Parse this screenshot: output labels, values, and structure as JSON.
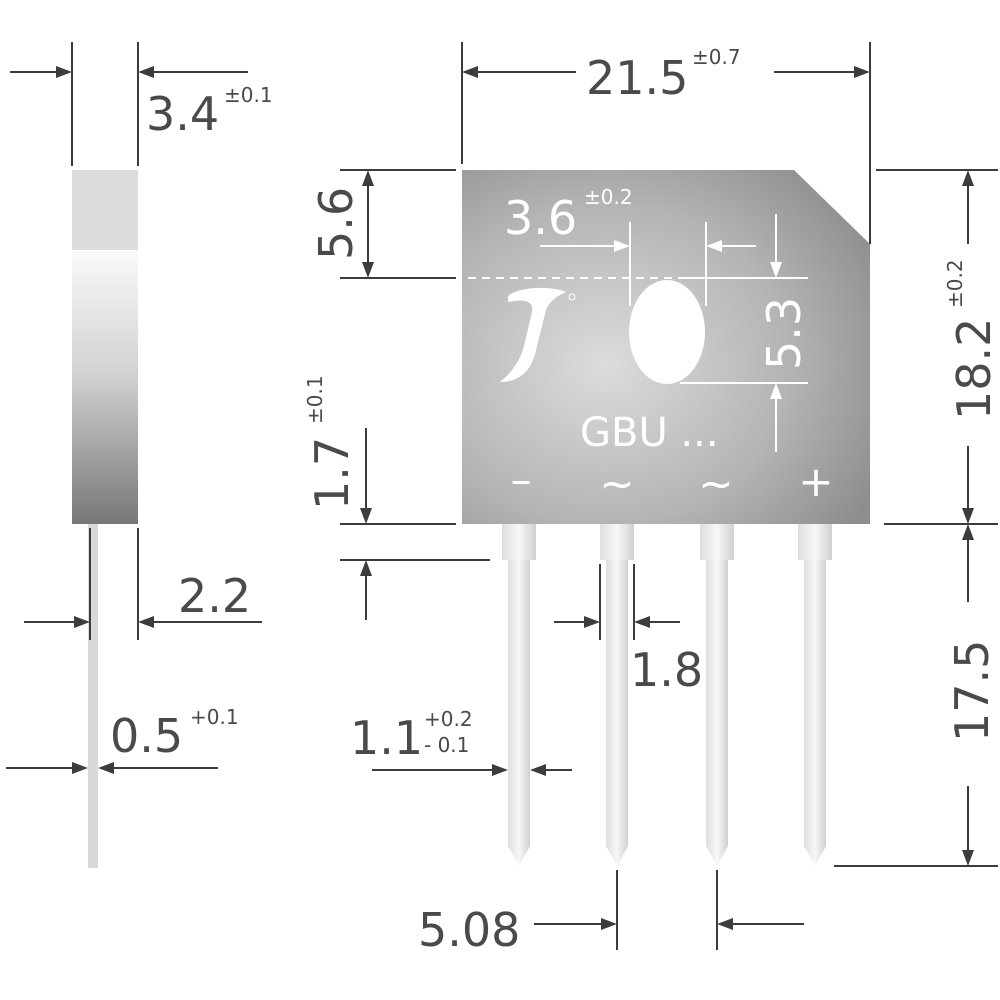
{
  "package": {
    "marking": "GBU ...",
    "pins": [
      "–",
      "~",
      "~",
      "+"
    ],
    "logo": "J"
  },
  "dimensions": {
    "side_thickness": {
      "value": "3.4",
      "tol": "±0.1"
    },
    "lead_depth": {
      "value": "2.2"
    },
    "lead_thickness": {
      "value": "0.5",
      "tol": "+0.1"
    },
    "body_width": {
      "value": "21.5",
      "tol": "±0.7"
    },
    "hole_offset": {
      "value": "3.6",
      "tol": "±0.2"
    },
    "hole_top": {
      "value": "5.6"
    },
    "hole_height": {
      "value": "5.3"
    },
    "body_height": {
      "value": "18.2",
      "tol": "±0.2"
    },
    "standoff": {
      "value": "1.7",
      "tol": "±0.1"
    },
    "shoulder_width": {
      "value": "1.8"
    },
    "lead_width": {
      "value": "1.1",
      "tol_plus": "+0.2",
      "tol_minus": "- 0.1"
    },
    "lead_length": {
      "value": "17.5"
    },
    "pitch": {
      "value": "5.08"
    }
  }
}
